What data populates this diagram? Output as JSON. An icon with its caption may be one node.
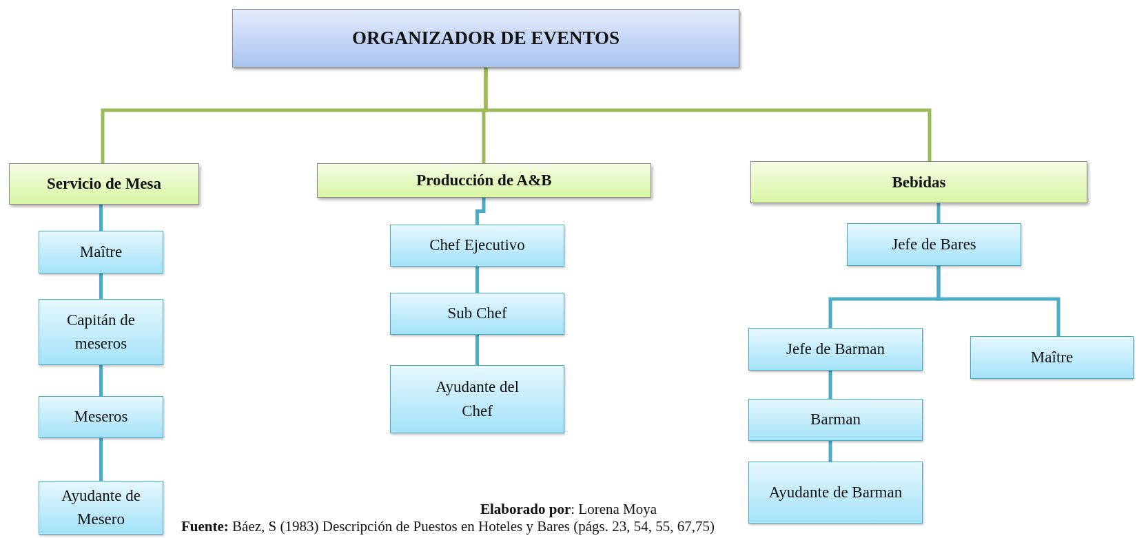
{
  "diagram": {
    "nodes": [
      {
        "text": [
          "ORGANIZADOR DE EVENTOS"
        ]
      },
      {
        "text": [
          "Servicio de Mesa"
        ]
      },
      {
        "text": [
          "Producción  de A&B"
        ]
      },
      {
        "text": [
          "Bebidas"
        ]
      },
      {
        "text": [
          "Maître"
        ]
      },
      {
        "text": [
          "Capitán de meseros"
        ]
      },
      {
        "text": [
          "Meseros"
        ]
      },
      {
        "text": [
          "Ayudante de Mesero"
        ]
      },
      {
        "text": [
          "Chef Ejecutivo"
        ]
      },
      {
        "text": [
          "Sub Chef"
        ]
      },
      {
        "text": [
          "Ayudante del Chef"
        ]
      },
      {
        "text": [
          "Jefe de Bares"
        ]
      },
      {
        "text": [
          "Jefe de Barman"
        ]
      },
      {
        "text": [
          "Maître"
        ]
      },
      {
        "text": [
          "Barman"
        ]
      },
      {
        "text": [
          "Ayudante de Barman"
        ]
      }
    ],
    "edges": [
      {
        "from": 0,
        "to": 1,
        "arrow": "none",
        "color": "#9bbb59"
      },
      {
        "from": 0,
        "to": 2,
        "arrow": "none",
        "color": "#9bbb59"
      },
      {
        "from": 0,
        "to": 3,
        "arrow": "none",
        "color": "#9bbb59"
      },
      {
        "from": 1,
        "to": 4,
        "arrow": "none"
      },
      {
        "from": 4,
        "to": 5,
        "arrow": "none"
      },
      {
        "from": 5,
        "to": 6,
        "arrow": "none"
      },
      {
        "from": 6,
        "to": 7,
        "arrow": "none"
      },
      {
        "from": 2,
        "to": 8,
        "arrow": "none"
      },
      {
        "from": 8,
        "to": 9,
        "arrow": "none"
      },
      {
        "from": 9,
        "to": 10,
        "arrow": "none"
      },
      {
        "from": 3,
        "to": 11,
        "arrow": "none"
      },
      {
        "from": 11,
        "to": 12,
        "arrow": "none"
      },
      {
        "from": 11,
        "to": 13,
        "arrow": "none"
      },
      {
        "from": 12,
        "to": 14,
        "arrow": "none"
      },
      {
        "from": 14,
        "to": 15,
        "arrow": "none"
      }
    ],
    "labels": [
      "**Elaborado por**: Lorena Moya",
      "**Fuente:** Báez, S (1983) Descripción de Puestos en Hoteles y Bares (págs. 23, 54, 55, 67,75)"
    ]
  }
}
